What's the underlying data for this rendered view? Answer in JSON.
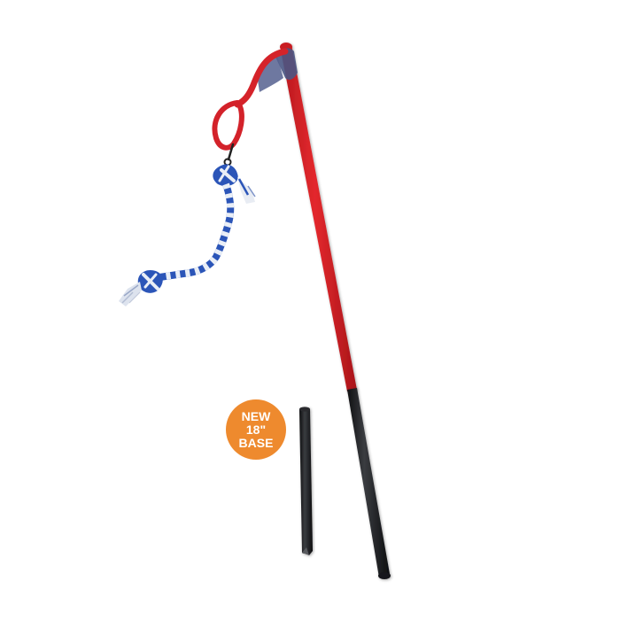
{
  "badge": {
    "line1": "NEW",
    "line2": "18\"",
    "line3": "BASE",
    "color": "#EE8A2E"
  },
  "colors": {
    "pole_shaft": "#E0262B",
    "pole_base": "#1E1F22",
    "grip_tape": "#4B5A8A",
    "rope_blue": "#2B55B8",
    "rope_white": "#E9EEF6"
  }
}
